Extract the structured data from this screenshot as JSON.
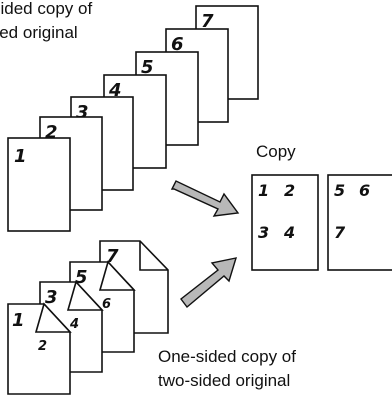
{
  "labels": {
    "top_line1": "sided copy of",
    "top_line2": "ided original",
    "copy": "Copy",
    "bottom_line1": "One-sided copy of",
    "bottom_line2": "two-sided original"
  },
  "top_stack": {
    "pages": [
      "1",
      "2",
      "3",
      "4",
      "5",
      "6",
      "7"
    ]
  },
  "bottom_stack": {
    "pages": [
      {
        "front": "1",
        "back": "2"
      },
      {
        "front": "3",
        "back": "4"
      },
      {
        "front": "5",
        "back": "6"
      },
      {
        "front": "7",
        "back": ""
      }
    ]
  },
  "copy_sheets": [
    {
      "numbers": [
        "1",
        "2",
        "3",
        "4"
      ]
    },
    {
      "numbers": [
        "5",
        "6",
        "7"
      ]
    }
  ],
  "colors": {
    "ink": "#111111",
    "arrow_fill": "#b8b8b8",
    "paper": "#ffffff"
  }
}
